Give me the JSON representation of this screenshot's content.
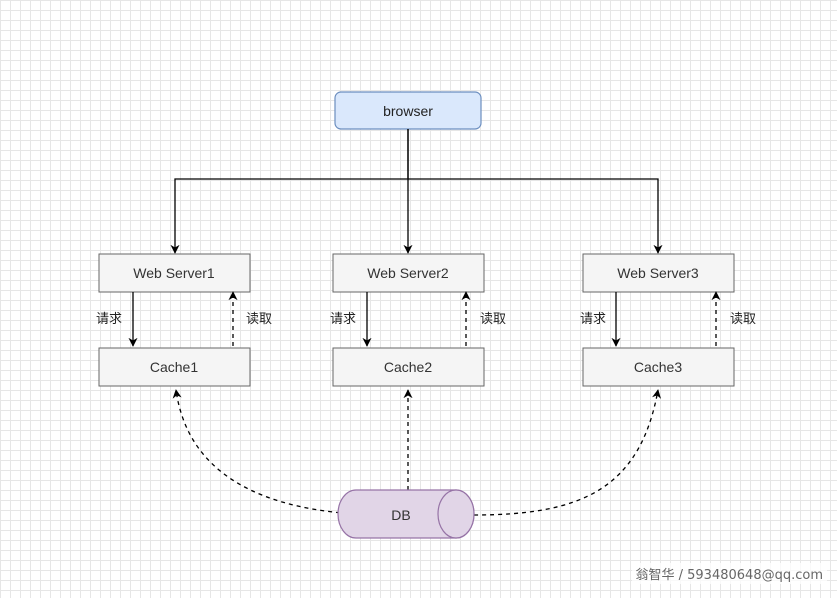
{
  "nodes": {
    "browser": "browser",
    "web_servers": [
      "Web Server1",
      "Web Server2",
      "Web Server3"
    ],
    "caches": [
      "Cache1",
      "Cache2",
      "Cache3"
    ],
    "db": "DB"
  },
  "edge_labels": {
    "request": "请求",
    "read": "读取"
  },
  "colors": {
    "browser_fill": "#dae8fc",
    "browser_stroke": "#6c8ebf",
    "box_fill": "#f5f5f5",
    "box_stroke": "#666666",
    "db_fill": "#e1d5e7",
    "db_stroke": "#9673a6",
    "edge": "#000000"
  },
  "watermark": "翁智华 / 593480648@qq.com"
}
